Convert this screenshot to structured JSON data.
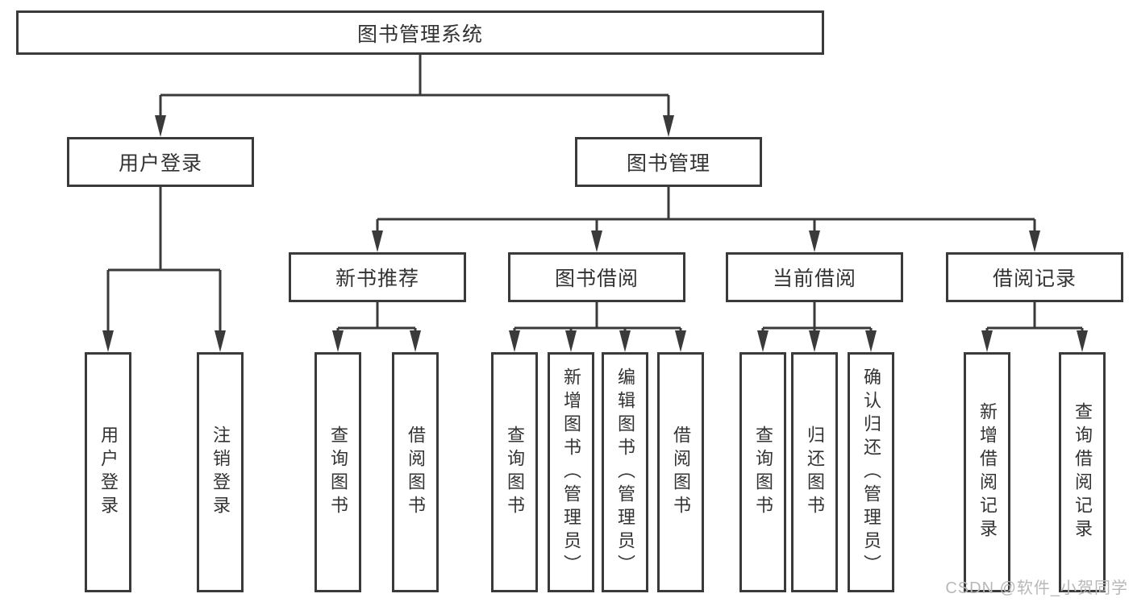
{
  "diagram": {
    "watermark": "CSDN @软件_小贺同学",
    "colors": {
      "line": "#3a3a3a",
      "box_border": "#3a3a3a",
      "box_fill": "#ffffff",
      "text": "#333333",
      "watermark": "#b8b8b8",
      "background": "#ffffff"
    },
    "tree": {
      "label": "图书管理系统",
      "children": [
        {
          "label": "用户登录",
          "children": [
            {
              "label": "用户登录"
            },
            {
              "label": "注销登录"
            }
          ]
        },
        {
          "label": "图书管理",
          "children": [
            {
              "label": "新书推荐",
              "children": [
                {
                  "label": "查询图书"
                },
                {
                  "label": "借阅图书"
                }
              ]
            },
            {
              "label": "图书借阅",
              "children": [
                {
                  "label": "查询图书"
                },
                {
                  "label": "新增图书（管理员）"
                },
                {
                  "label": "编辑图书（管理员）"
                },
                {
                  "label": "借阅图书"
                }
              ]
            },
            {
              "label": "当前借阅",
              "children": [
                {
                  "label": "查询图书"
                },
                {
                  "label": "归还图书"
                },
                {
                  "label": "确认归还（管理员）"
                }
              ]
            },
            {
              "label": "借阅记录",
              "children": [
                {
                  "label": "新增借阅记录"
                },
                {
                  "label": "查询借阅记录"
                }
              ]
            }
          ]
        }
      ]
    }
  }
}
